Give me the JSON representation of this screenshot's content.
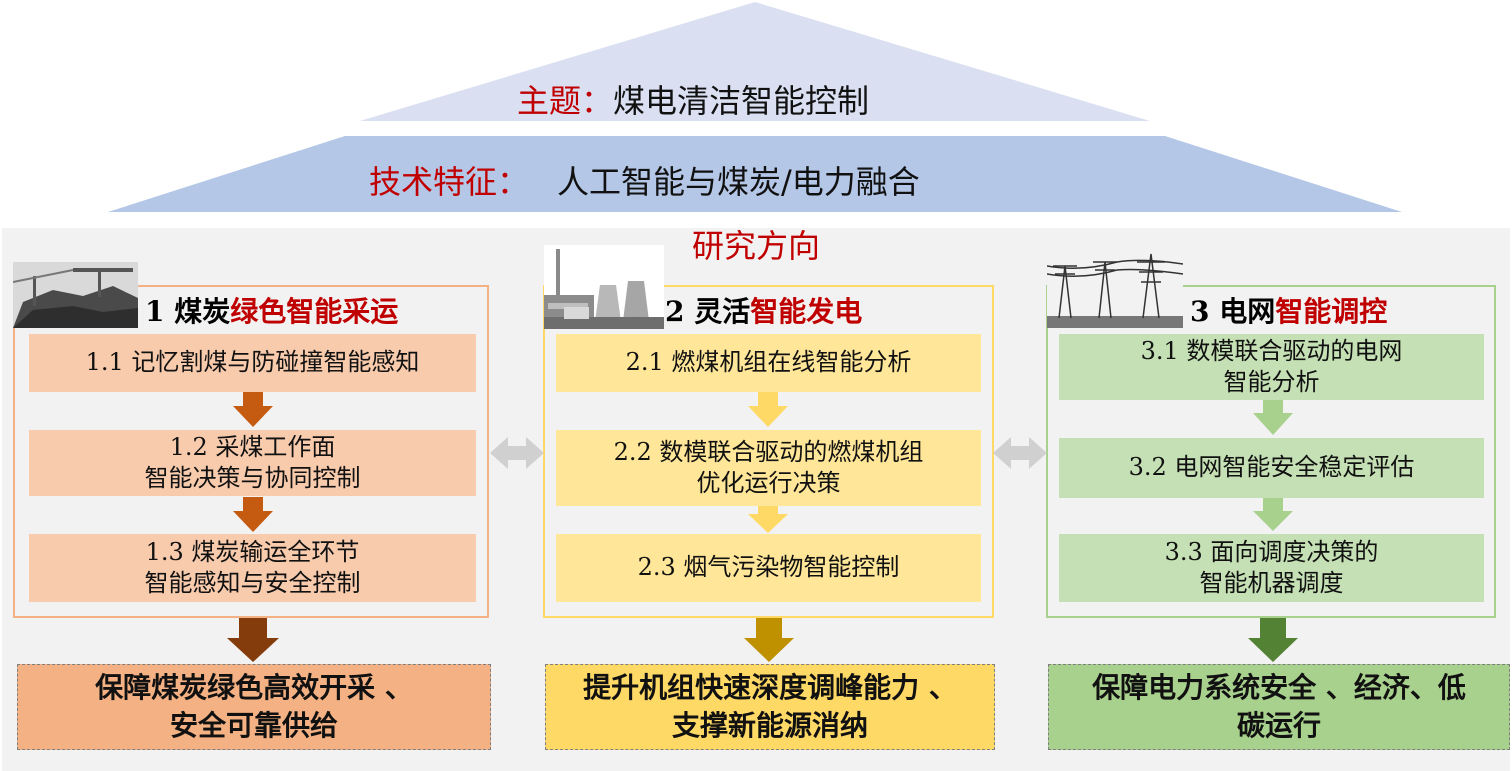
{
  "roof": {
    "theme_label": "主题：",
    "theme_text": "煤电清洁智能控制",
    "feature_label": "技术特征：",
    "feature_text": "人工智能与煤炭/电力融合"
  },
  "research_title": "研究方向",
  "columns": [
    {
      "num": "1",
      "title_plain": "煤炭",
      "title_highlight": "绿色智能采运",
      "photo_icon": "coal-yard-photo-icon",
      "items": [
        {
          "num": "1.1",
          "lines": [
            "记忆割煤与防碰撞智能感知"
          ]
        },
        {
          "num": "1.2",
          "lines": [
            "采煤工作面",
            "智能决策与协同控制"
          ]
        },
        {
          "num": "1.3",
          "lines": [
            "煤炭输运全环节",
            "智能感知与安全控制"
          ]
        }
      ],
      "outcome_lines": [
        "保障煤炭绿色高效开采 、",
        "安全可靠供给"
      ]
    },
    {
      "num": "2",
      "title_plain": "灵活",
      "title_highlight": "智能发电",
      "photo_icon": "power-plant-photo-icon",
      "items": [
        {
          "num": "2.1",
          "lines": [
            "燃煤机组在线智能分析"
          ]
        },
        {
          "num": "2.2",
          "lines": [
            "数模联合驱动的燃煤机组",
            "优化运行决策"
          ]
        },
        {
          "num": "2.3",
          "lines": [
            "烟气污染物智能控制"
          ]
        }
      ],
      "outcome_lines": [
        "提升机组快速深度调峰能力 、",
        "支撑新能源消纳"
      ]
    },
    {
      "num": "3",
      "title_plain": "电网",
      "title_highlight": "智能调控",
      "photo_icon": "transmission-tower-photo-icon",
      "items": [
        {
          "num": "3.1",
          "lines": [
            "数模联合驱动的电网",
            "智能分析"
          ]
        },
        {
          "num": "3.2",
          "lines": [
            "电网智能安全稳定评估"
          ]
        },
        {
          "num": "3.3",
          "lines": [
            "面向调度决策的",
            "智能机器调度"
          ]
        }
      ],
      "outcome_lines": [
        "保障电力系统安全 、经济、低",
        "碳运行"
      ]
    }
  ],
  "colors": {
    "red_label": "#c00000",
    "roof_top": "#dae0f2",
    "roof_bottom": "#b4c7e7",
    "col1_border": "#f4b183",
    "col1_box": "#f8cbad",
    "col1_arrow": "#c55a11",
    "col1_outcome": "#f4b183",
    "col1_bottom_arrow": "#843c0c",
    "col2_border": "#ffd966",
    "col2_box": "#ffe699",
    "col2_arrow": "#ffd966",
    "col2_outcome": "#ffd966",
    "col2_bottom_arrow": "#bf9000",
    "col3_border": "#a9d18e",
    "col3_box": "#c5e0b4",
    "col3_arrow": "#a9d18e",
    "col3_outcome": "#a9d18e",
    "col3_bottom_arrow": "#548235",
    "connector": "#d0d0d0"
  }
}
